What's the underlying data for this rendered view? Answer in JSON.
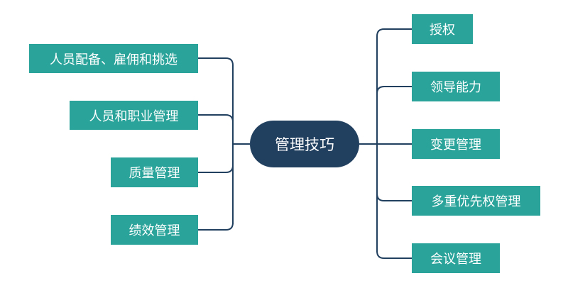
{
  "root": {
    "label": "管理技巧"
  },
  "left_branches": [
    {
      "label": "人员配备、雇佣和挑选"
    },
    {
      "label": "人员和职业管理"
    },
    {
      "label": "质量管理"
    },
    {
      "label": "绩效管理"
    }
  ],
  "right_branches": [
    {
      "label": "授权"
    },
    {
      "label": "领导能力"
    },
    {
      "label": "变更管理"
    },
    {
      "label": "多重优先权管理"
    },
    {
      "label": "会议管理"
    }
  ],
  "colors": {
    "root_fill": "#213f5f",
    "branch_fill": "#2aa39a",
    "connector": "#213f5f",
    "text": "#ffffff"
  }
}
